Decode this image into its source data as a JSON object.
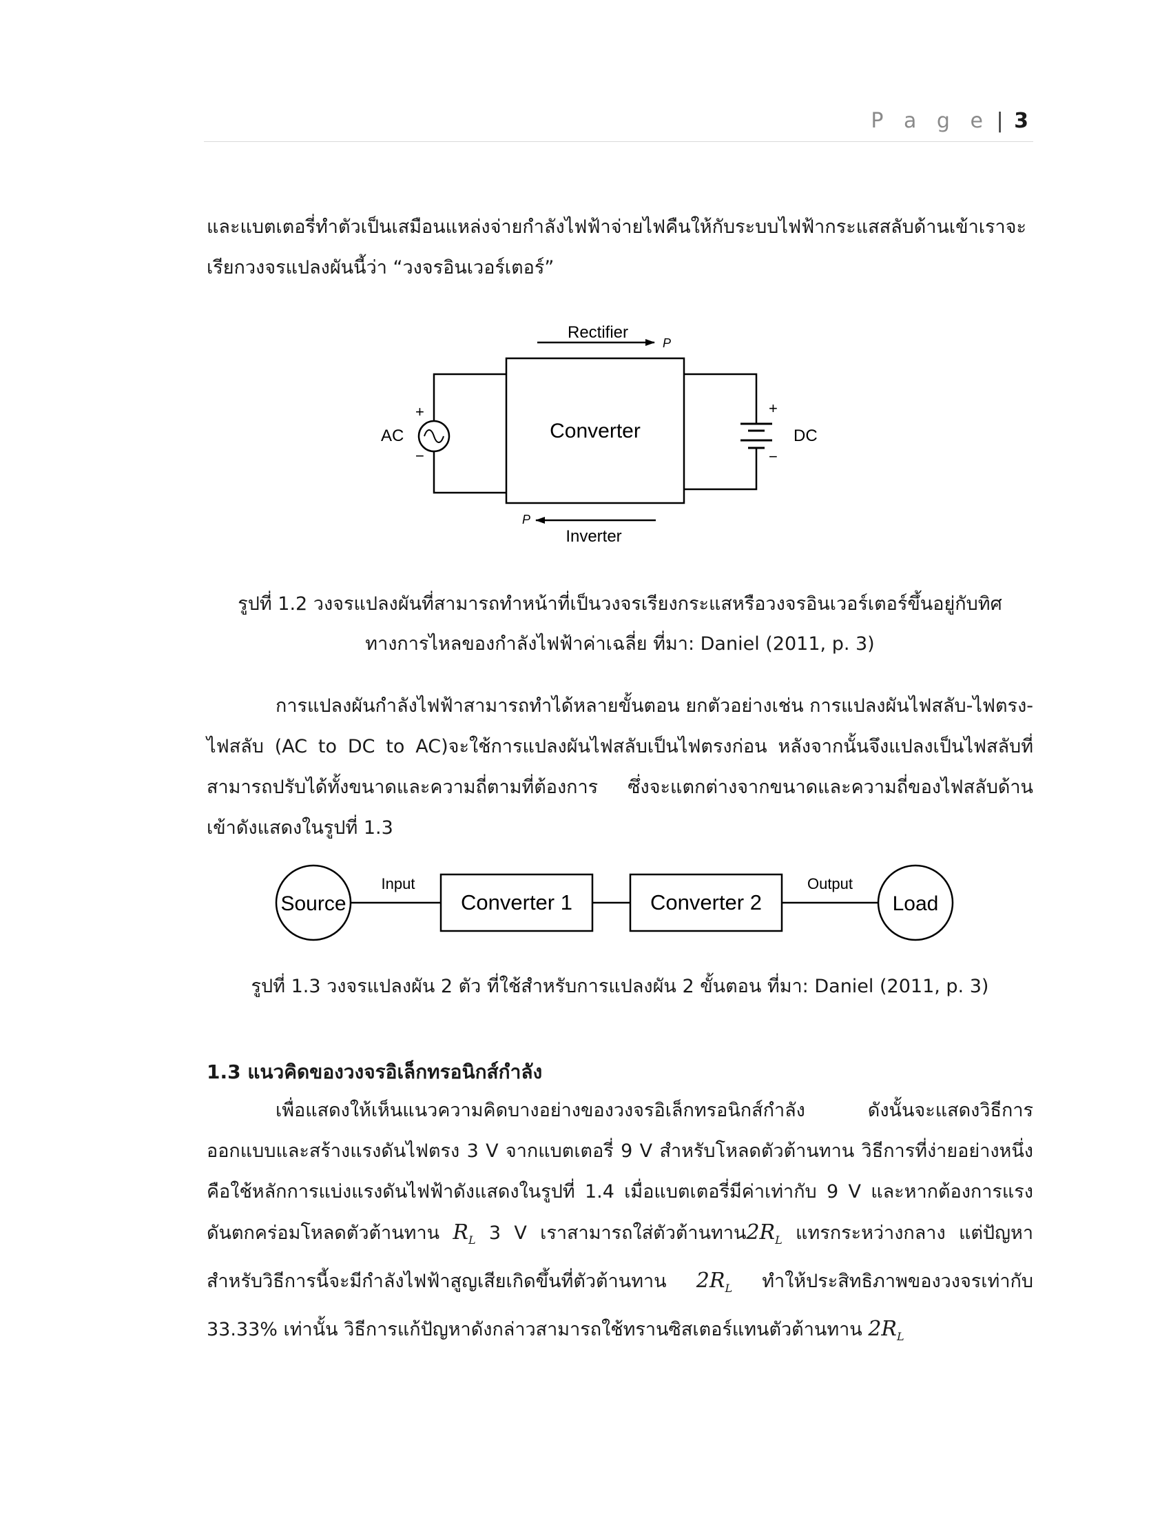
{
  "header": {
    "page_word": "P a g e",
    "separator": "|",
    "page_number": "3"
  },
  "intro_paragraph": "และแบตเตอรี่ทำตัวเป็นเสมือนแหล่งจ่ายกำลังไฟฟ้าจ่ายไฟคืนให้กับระบบไฟฟ้ากระแสสลับด้านเข้าเราจะเรียกวงจรแปลงผันนี้ว่า “วงจรอินเวอร์เตอร์”",
  "figure_1_2": {
    "rectifier_label": "Rectifier",
    "rectifier_power": "P",
    "inverter_label": "Inverter",
    "inverter_power": "P",
    "converter_label": "Converter",
    "ac_label": "AC",
    "dc_label": "DC",
    "plus": "+",
    "minus": "−",
    "caption_line1": "รูปที่ 1.2 วงจรแปลงผันที่สามารถทำหน้าที่เป็นวงจรเรียงกระแสหรือวงจรอินเวอร์เตอร์ขึ้นอยู่กับทิศ",
    "caption_line2": "ทางการไหลของกำลังไฟฟ้าค่าเฉลี่ย ที่มา: Daniel (2011, p. 3)"
  },
  "paragraph_2": "การแปลงผันกำลังไฟฟ้าสามารถทำได้หลายขั้นตอน ยกตัวอย่างเช่น การแปลงผันไฟสลับ-ไฟตรง-ไฟสลับ (AC to DC to AC)จะใช้การแปลงผันไฟสลับเป็นไฟตรงก่อน หลังจากนั้นจึงแปลงเป็นไฟสลับที่สามารถปรับได้ทั้งขนาดและความถี่ตามที่ต้องการ ซึ่งจะแตกต่างจากขนาดและความถี่ของไฟสลับด้านเข้าดังแสดงในรูปที่ 1.3",
  "figure_1_3": {
    "source_label": "Source",
    "input_label": "Input",
    "converter1_label": "Converter 1",
    "converter2_label": "Converter 2",
    "output_label": "Output",
    "load_label": "Load",
    "caption": "รูปที่ 1.3 วงจรแปลงผัน 2 ตัว ที่ใช้สำหรับการแปลงผัน 2 ขั้นตอน ที่มา: Daniel (2011, p. 3)"
  },
  "section_1_3": {
    "heading": "1.3 แนวคิดของวงจรอิเล็กทรอนิกส์กำลัง",
    "text_part1": "เพื่อแสดงให้เห็นแนวความคิดบางอย่างของวงจรอิเล็กทรอนิกส์กำลัง ดังนั้นจะแสดงวิธีการออกแบบและสร้างแรงดันไฟตรง 3 V จากแบตเตอรี่ 9 V สำหรับโหลดตัวต้านทาน วิธีการที่ง่ายอย่างหนึ่งคือใช้หลักการแบ่งแรงดันไฟฟ้าดังแสดงในรูปที่ 1.4  เมื่อแบตเตอรี่มีค่าเท่ากับ 9 V และหากต้องการแรงดันตกคร่อมโหลดตัวต้านทาน ",
    "rl_symbol": "R",
    "rl_subscript": "L",
    "text_part2": "  3 V เราสามารถใส่ตัวต้านทาน",
    "two_rl_prefix": "2R",
    "text_part3": "  แทรกระหว่างกลาง แต่ปัญหาสำหรับวิธีการนี้จะมีกำลังไฟฟ้าสูญเสียเกิดขึ้นที่ตัวต้านทาน ",
    "text_part4": " ทำให้ประสิทธิภาพของวงจรเท่ากับ 33.33% เท่านั้น วิธีการแก้ปัญหาดังกล่าวสามารถใช้ทรานซิสเตอร์แทนตัวต้านทาน "
  }
}
